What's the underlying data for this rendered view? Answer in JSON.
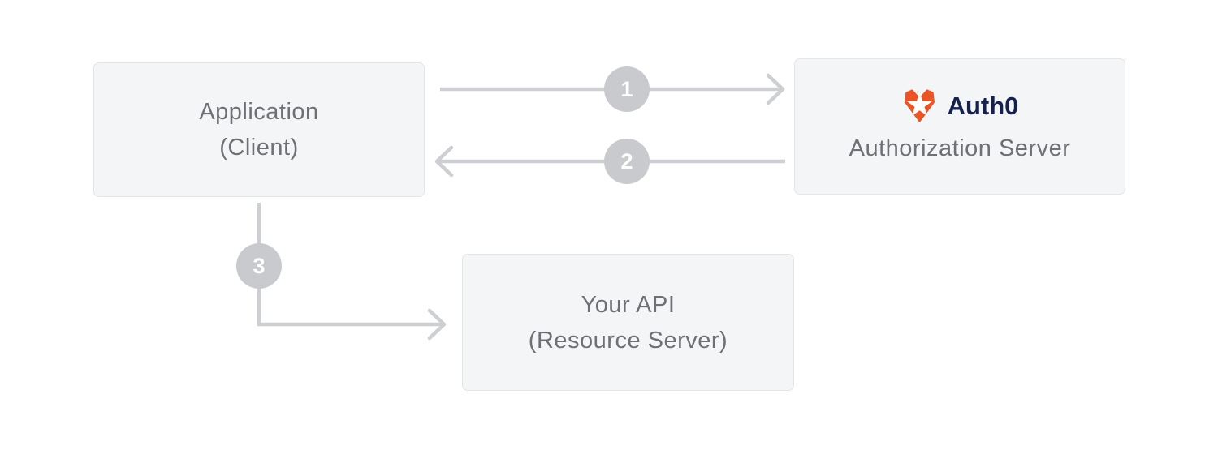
{
  "diagram": {
    "nodes": {
      "application": {
        "line1": "Application",
        "line2": "(Client)"
      },
      "authorization_server": {
        "brand": "Auth0",
        "label": "Authorization Server"
      },
      "api": {
        "line1": "Your API",
        "line2": "(Resource Server)"
      }
    },
    "steps": [
      {
        "number": "1"
      },
      {
        "number": "2"
      },
      {
        "number": "3"
      }
    ],
    "icons": {
      "auth0_shield": "auth0-shield-icon"
    },
    "colors": {
      "auth0_orange": "#EB5424",
      "auth0_navy": "#16214D",
      "star_white": "#FFFFFF",
      "node_background": "#F4F5F7",
      "node_border": "#E3E5E9",
      "node_text": "#6D7075",
      "connector_gray": "#CDCFD2",
      "badge_gray": "#C8CACD",
      "badge_number_white": "#FFFFFF"
    }
  }
}
